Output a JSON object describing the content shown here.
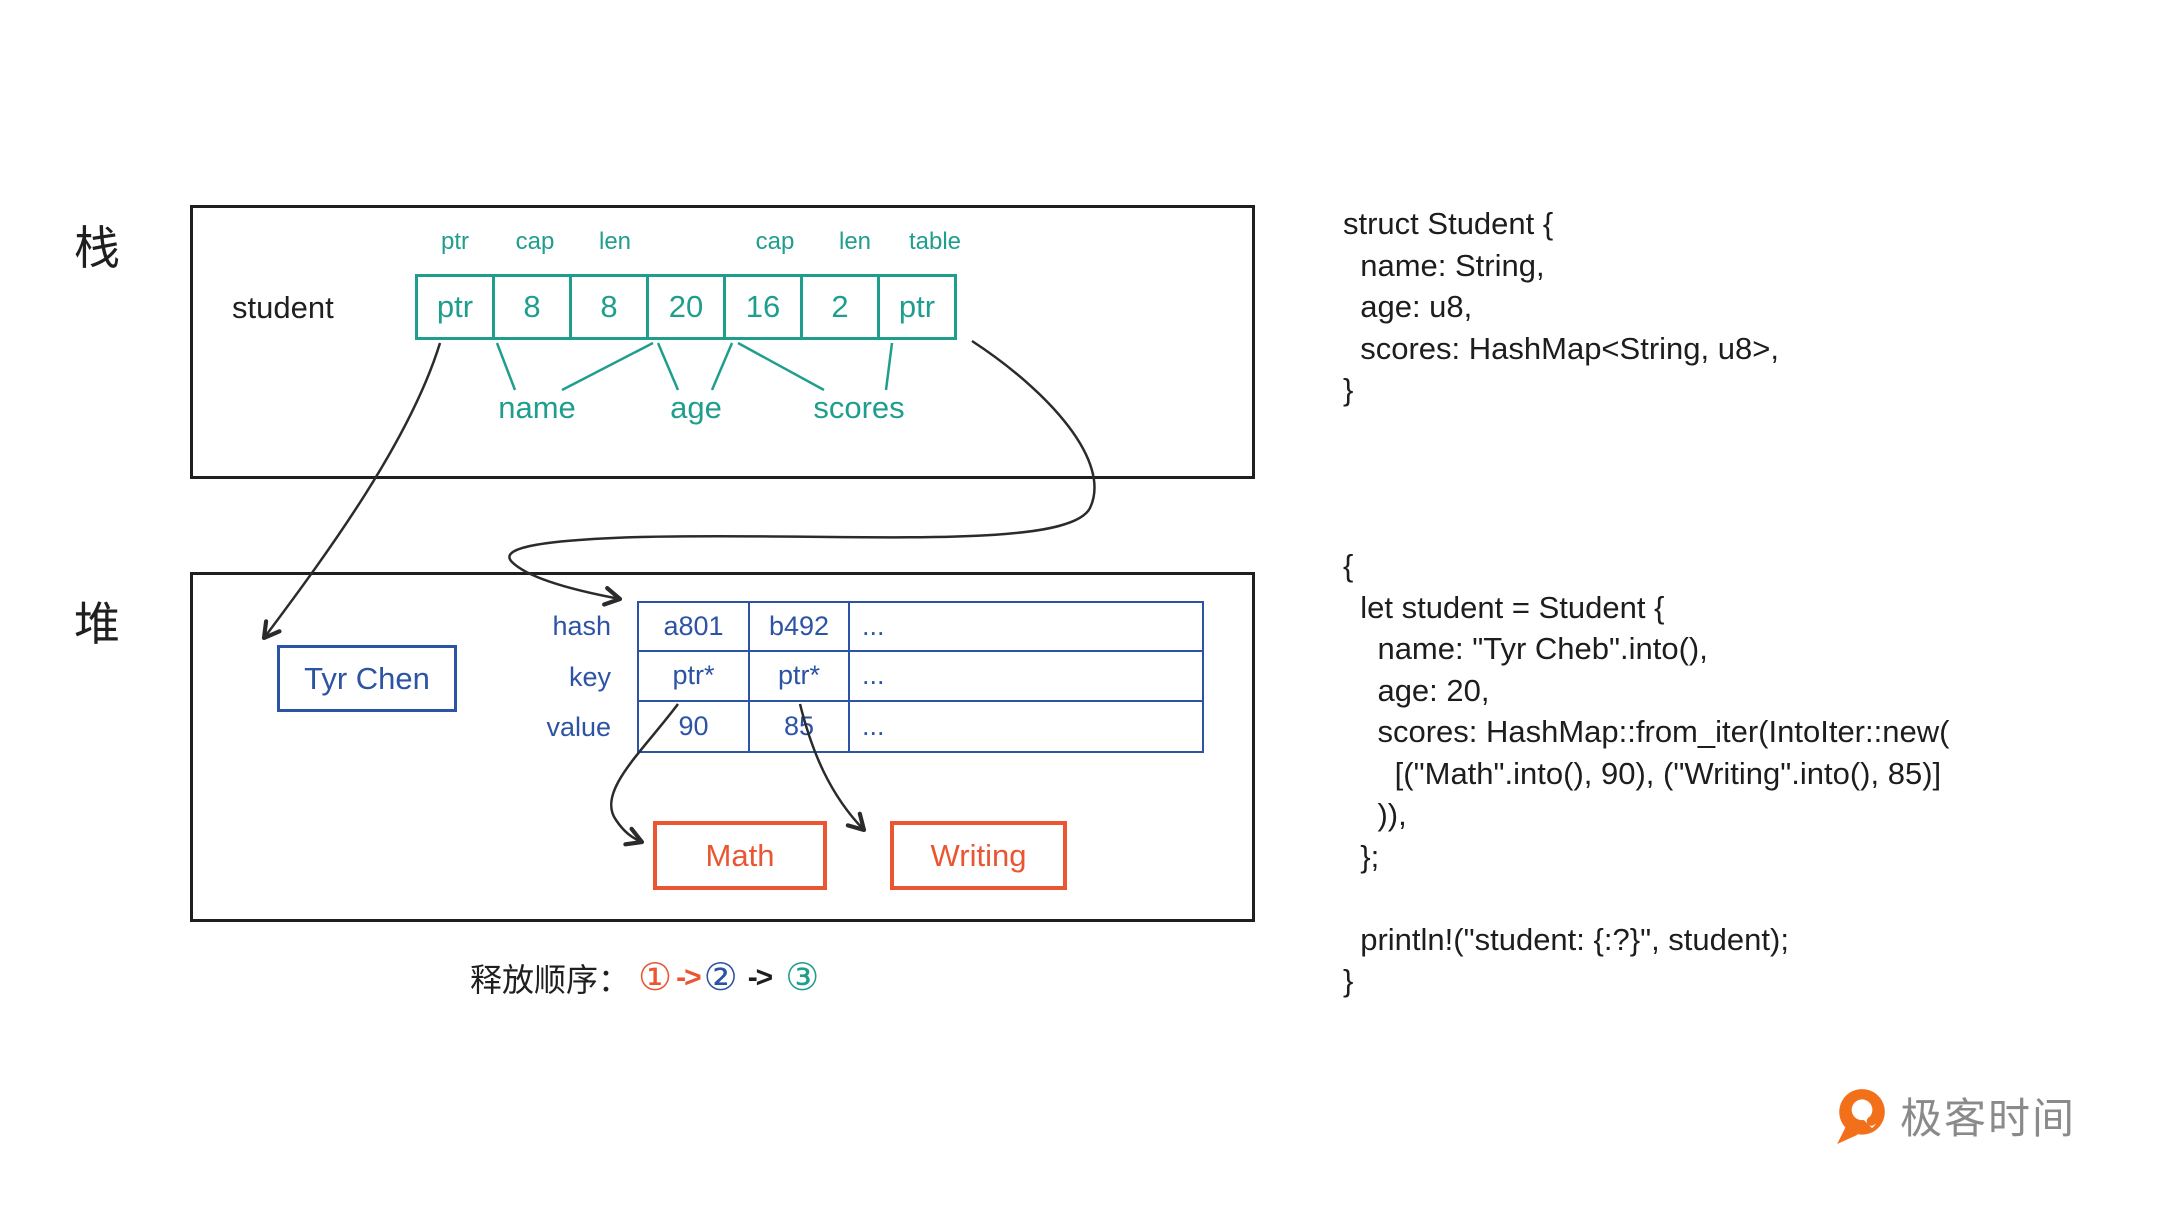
{
  "colors": {
    "teal": "#1f9e8e",
    "blue": "#2d53a5",
    "orange": "#ea5532",
    "ink": "#1f1f1f",
    "arrow": "#2b2b2b",
    "logo-orange": "#f3701b",
    "logo-text": "#8a8a8a"
  },
  "labels": {
    "stack_zone": "栈",
    "heap_zone": "堆",
    "student_var": "student"
  },
  "stack_cells": {
    "top_labels": [
      "ptr",
      "cap",
      "len",
      "",
      "cap",
      "len",
      "table"
    ],
    "values": [
      "ptr",
      "8",
      "8",
      "20",
      "16",
      "2",
      "ptr"
    ],
    "field_labels": {
      "name": "name",
      "age": "age",
      "scores": "scores"
    }
  },
  "heap": {
    "string_value": "Tyr Chen",
    "hash_table": {
      "row_labels": [
        "hash",
        "key",
        "value"
      ],
      "rows": [
        [
          "a801",
          "b492",
          "..."
        ],
        [
          "ptr*",
          "ptr*",
          "..."
        ],
        [
          "90",
          "85",
          "..."
        ]
      ]
    },
    "key_strings": [
      "Math",
      "Writing"
    ]
  },
  "release_order": {
    "prefix": "释放顺序：",
    "step1": "①",
    "arrow1": "->",
    "step2": "②",
    "arrow2": "->",
    "step3": "③"
  },
  "code_struct": {
    "lines": [
      "struct Student {",
      "  name: String,",
      "  age: u8,",
      "  scores: HashMap<String, u8>,",
      "}"
    ]
  },
  "code_main": {
    "lines": [
      "{",
      "  let student = Student {",
      "    name: \"Tyr Cheb\".into(),",
      "    age: 20,",
      "    scores: HashMap::from_iter(IntoIter::new(",
      "      [(\"Math\".into(), 90), (\"Writing\".into(), 85)]",
      "    )),",
      "  };",
      "",
      "  println!(\"student: {:?}\", student);",
      "}"
    ]
  },
  "logo": {
    "text": "极客时间"
  }
}
